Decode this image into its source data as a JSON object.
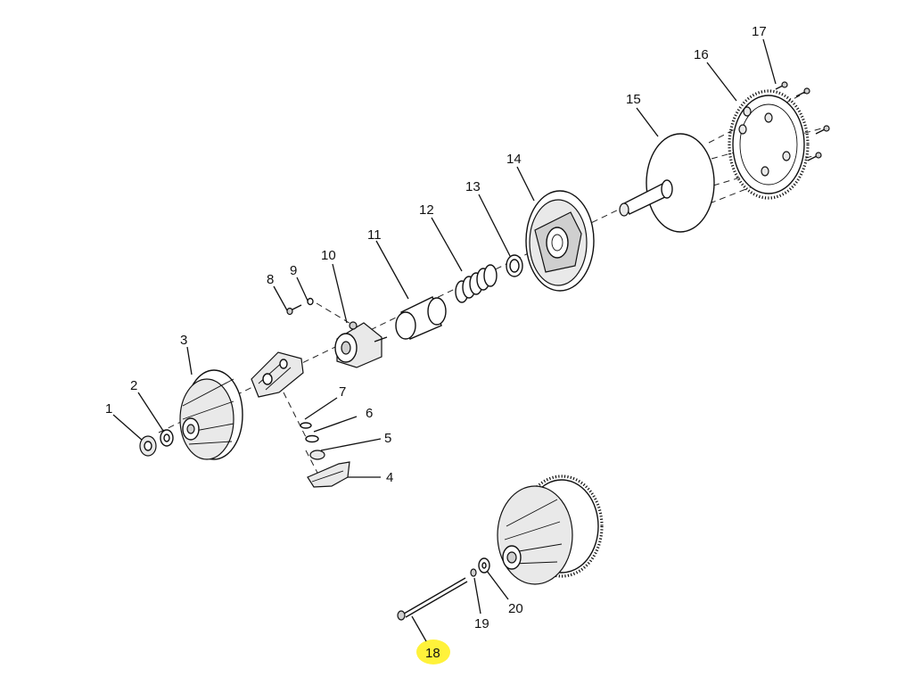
{
  "callouts": [
    {
      "id": "1",
      "highlighted": false
    },
    {
      "id": "2",
      "highlighted": false
    },
    {
      "id": "3",
      "highlighted": false
    },
    {
      "id": "4",
      "highlighted": false
    },
    {
      "id": "5",
      "highlighted": false
    },
    {
      "id": "6",
      "highlighted": false
    },
    {
      "id": "7",
      "highlighted": false
    },
    {
      "id": "8",
      "highlighted": false
    },
    {
      "id": "9",
      "highlighted": false
    },
    {
      "id": "10",
      "highlighted": false
    },
    {
      "id": "11",
      "highlighted": false
    },
    {
      "id": "12",
      "highlighted": false
    },
    {
      "id": "13",
      "highlighted": false
    },
    {
      "id": "14",
      "highlighted": false
    },
    {
      "id": "15",
      "highlighted": false
    },
    {
      "id": "16",
      "highlighted": false
    },
    {
      "id": "17",
      "highlighted": false
    },
    {
      "id": "18",
      "highlighted": true
    },
    {
      "id": "19",
      "highlighted": false
    },
    {
      "id": "20",
      "highlighted": false
    }
  ],
  "colors": {
    "line": "#111111",
    "highlight": "#fff23a",
    "background": "#ffffff"
  }
}
